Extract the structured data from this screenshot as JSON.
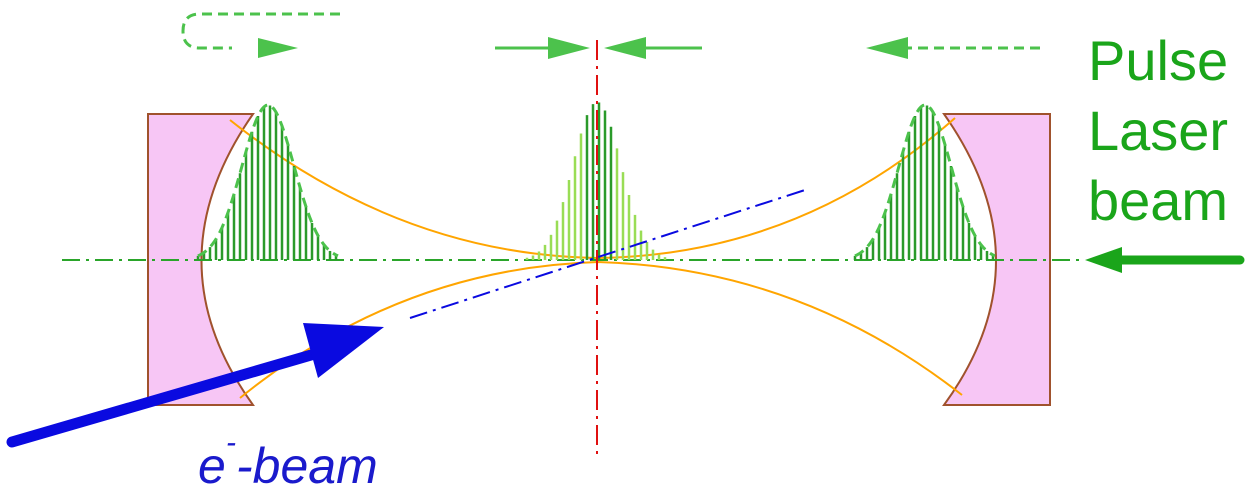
{
  "labels": {
    "laser_line1": "Pulse",
    "laser_line2": "Laser",
    "laser_line3": "beam",
    "ebeam_e": "e",
    "ebeam_sup": "-",
    "ebeam_rest": "-beam"
  },
  "colors": {
    "mirror_fill": "#f7c6f5",
    "mirror_stroke": "#a0522d",
    "laser_green": "#2aa52a",
    "pulse_light": "#99dd55",
    "pulse_dark": "#2a9a2a",
    "envelope": "#ffa500",
    "axis_red": "#e01010",
    "ebeam_blue": "#0a0ae0"
  }
}
